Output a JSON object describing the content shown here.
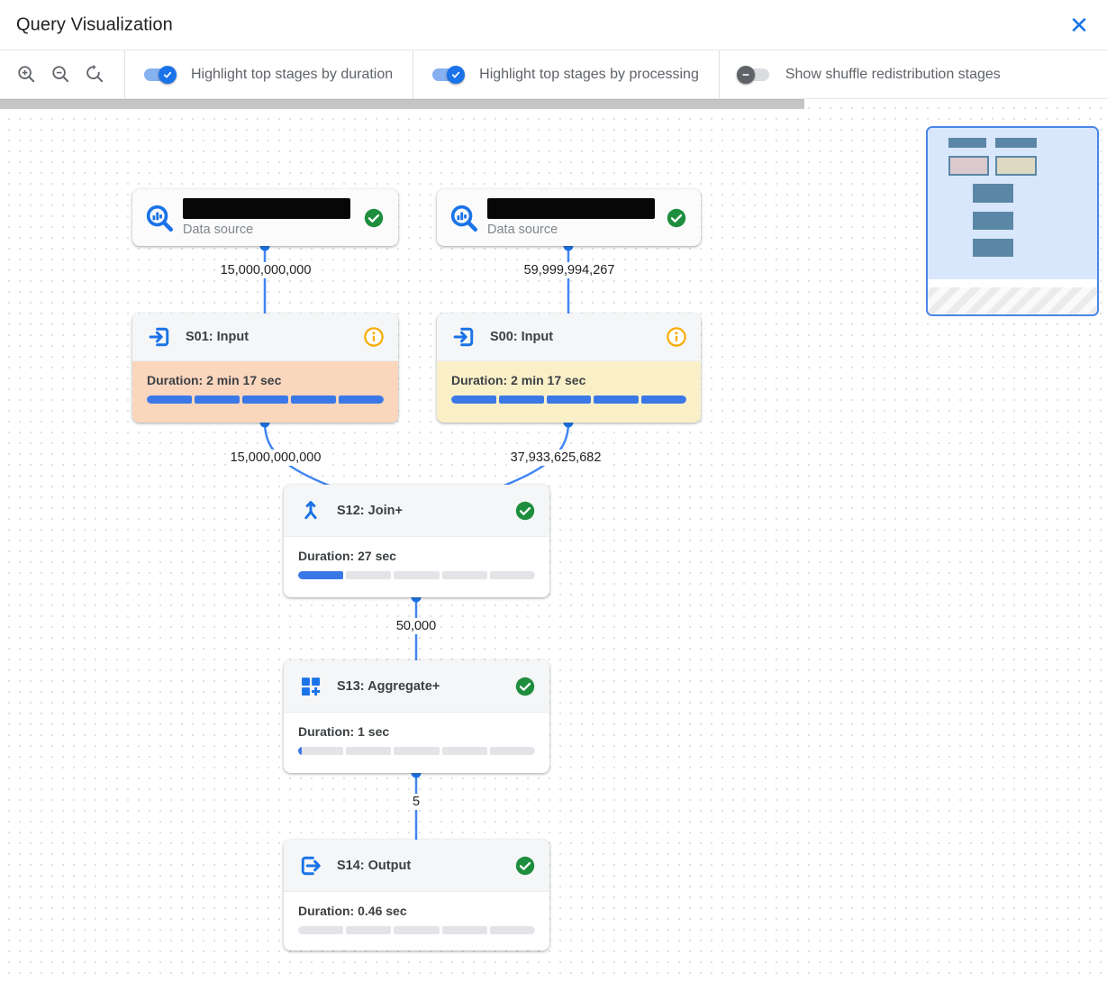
{
  "header": {
    "title": "Query Visualization",
    "close_icon": "x-close"
  },
  "toolbar": {
    "zoom_icons": [
      "zoom-in-magnifier",
      "zoom-out-magnifier",
      "zoom-reset-magnifier"
    ],
    "toggles": [
      {
        "label": "Highlight top stages by duration",
        "state": "on"
      },
      {
        "label": "Highlight top stages by processing",
        "state": "on"
      },
      {
        "label": "Show shuffle redistribution stages",
        "state": "off"
      }
    ]
  },
  "graph": {
    "nodes": [
      {
        "kind": "data-source",
        "label": "Data source",
        "name_redacted": true,
        "icon": "bigquery-magnifier",
        "status": "success"
      },
      {
        "kind": "data-source",
        "label": "Data source",
        "name_redacted": true,
        "icon": "bigquery-magnifier",
        "status": "success"
      },
      {
        "kind": "stage",
        "title": "S01: Input",
        "icon": "input-arrow",
        "status": "info",
        "duration": "Duration: 2 min 17 sec",
        "progress_percent": 100,
        "highlight": "top-by-duration"
      },
      {
        "kind": "stage",
        "title": "S00: Input",
        "icon": "input-arrow",
        "status": "info",
        "duration": "Duration: 2 min 17 sec",
        "progress_percent": 100,
        "highlight": "top-by-processing"
      },
      {
        "kind": "stage",
        "title": "S12: Join+",
        "icon": "merge-arrows",
        "status": "success",
        "duration": "Duration: 27 sec",
        "progress_percent": 20,
        "highlight": "none"
      },
      {
        "kind": "stage",
        "title": "S13: Aggregate+",
        "icon": "aggregate-squares",
        "status": "success",
        "duration": "Duration: 1 sec",
        "progress_percent": 1.5,
        "highlight": "none"
      },
      {
        "kind": "stage",
        "title": "S14: Output",
        "icon": "output-arrow",
        "status": "success",
        "duration": "Duration: 0.46 sec",
        "progress_percent": 0,
        "highlight": "none"
      }
    ],
    "edges": [
      {
        "from": "data-source-1",
        "to": "S01",
        "rows": "15,000,000,000"
      },
      {
        "from": "data-source-2",
        "to": "S00",
        "rows": "59,999,994,267"
      },
      {
        "from": "S01",
        "to": "S12",
        "rows": "15,000,000,000"
      },
      {
        "from": "S00",
        "to": "S12",
        "rows": "37,933,625,682"
      },
      {
        "from": "S12",
        "to": "S13",
        "rows": "50,000"
      },
      {
        "from": "S13",
        "to": "S14",
        "rows": "5"
      }
    ]
  },
  "minimap": {
    "mini_nodes": [
      "data-source",
      "data-source",
      "stage-duration-highlight",
      "stage-processing-highlight",
      "stage",
      "stage",
      "stage"
    ]
  },
  "colors": {
    "accent_blue": "#1a73e8",
    "edge_blue": "#4285f4",
    "progress_blue": "#3b78e7",
    "success_green": "#1e8e3e",
    "info_orange": "#f9ab00",
    "duration_highlight": "#fad6bd",
    "processing_highlight": "#faf0c8",
    "toggle_off_thumb": "#5f6368",
    "minimap_viewport": "#d9e7fd",
    "minimap_node": "#5b87a6"
  }
}
